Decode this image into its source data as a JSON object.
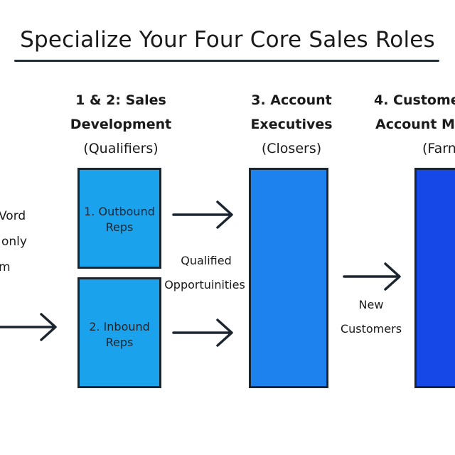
{
  "title": "Specialize Your Four Core Sales Roles",
  "left_partial": {
    "line1": "Vord",
    "line2": "only",
    "line3": "m"
  },
  "columns": [
    {
      "heading_line1": "1 & 2: Sales",
      "heading_line2": "Development",
      "subheading": "(Qualifiers)",
      "boxes": [
        {
          "label_line1": "1. Outbound",
          "label_line2": "Reps"
        },
        {
          "label_line1": "2. Inbound",
          "label_line2": "Reps"
        }
      ]
    },
    {
      "heading_line1": "3. Account",
      "heading_line2": "Executives",
      "subheading": "(Closers)"
    },
    {
      "heading_line1": "4. Customer",
      "heading_line2": "Account M",
      "subheading": "(Farn"
    }
  ],
  "connectors": {
    "qualified_line1": "Qualified",
    "qualified_line2": "Opportuinities",
    "new_line1": "New",
    "new_line2": "Customers"
  },
  "colors": {
    "sdr_box": "#1aa3ec",
    "ae_box": "#1d82ee",
    "cam_box": "#1548e6",
    "line": "#1b2530"
  }
}
